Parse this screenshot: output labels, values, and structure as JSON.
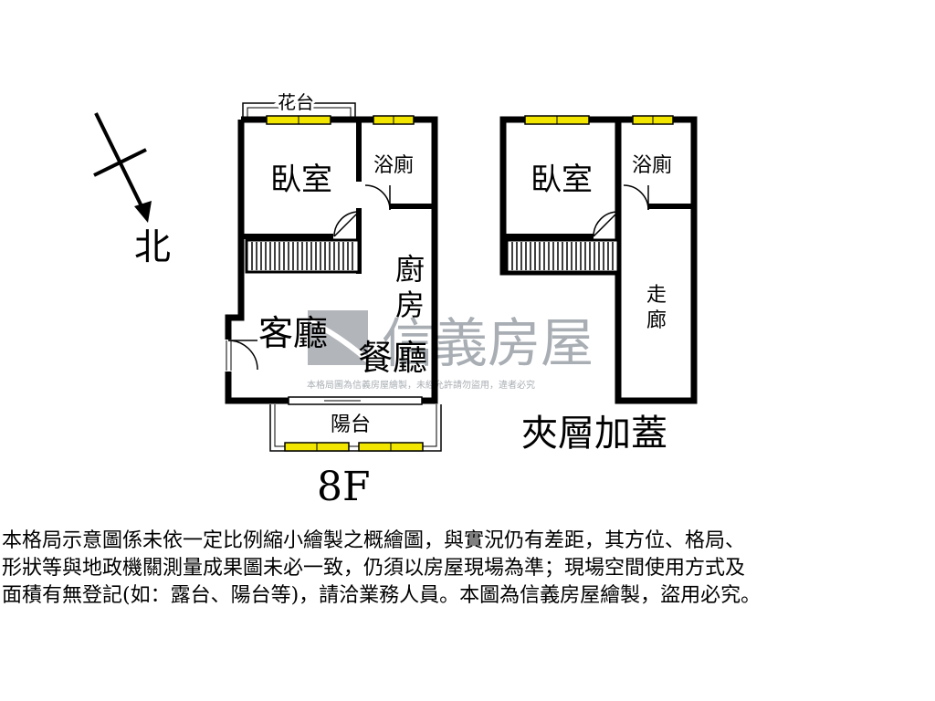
{
  "compass": {
    "label": "北"
  },
  "floor_8f": {
    "title": "8F",
    "rooms": {
      "flower_terrace": "花台",
      "bedroom": "臥室",
      "bath": "浴廁",
      "kitchen": "廚\n房",
      "kitchen_line1": "廚",
      "kitchen_line2": "房",
      "living": "客廳",
      "dining": "餐廳",
      "balcony": "陽台"
    }
  },
  "mezzanine": {
    "title": "夾層加蓋",
    "rooms": {
      "bedroom": "臥室",
      "bath": "浴廁",
      "corridor_line1": "走",
      "corridor_line2": "廊"
    }
  },
  "watermark": {
    "brand": "信義房屋",
    "notice": "本格局圖為信義房屋繪製，未經允許請勿盜用，違者必究"
  },
  "disclaimer": {
    "line1": "本格局示意圖係未依一定比例縮小繪製之概繪圖，與實況仍有差距，其方位、格局、",
    "line2": "形狀等與地政機關測量成果圖未必一致，仍須以房屋現場為準；現場空間使用方式及",
    "line3": "面積有無登記(如：露台、陽台等)，請洽業務人員。本圖為信義房屋繪製，盜用必究。"
  },
  "colors": {
    "wall": "#000000",
    "window": "#f2e600",
    "watermark": "#9aa0a6"
  }
}
